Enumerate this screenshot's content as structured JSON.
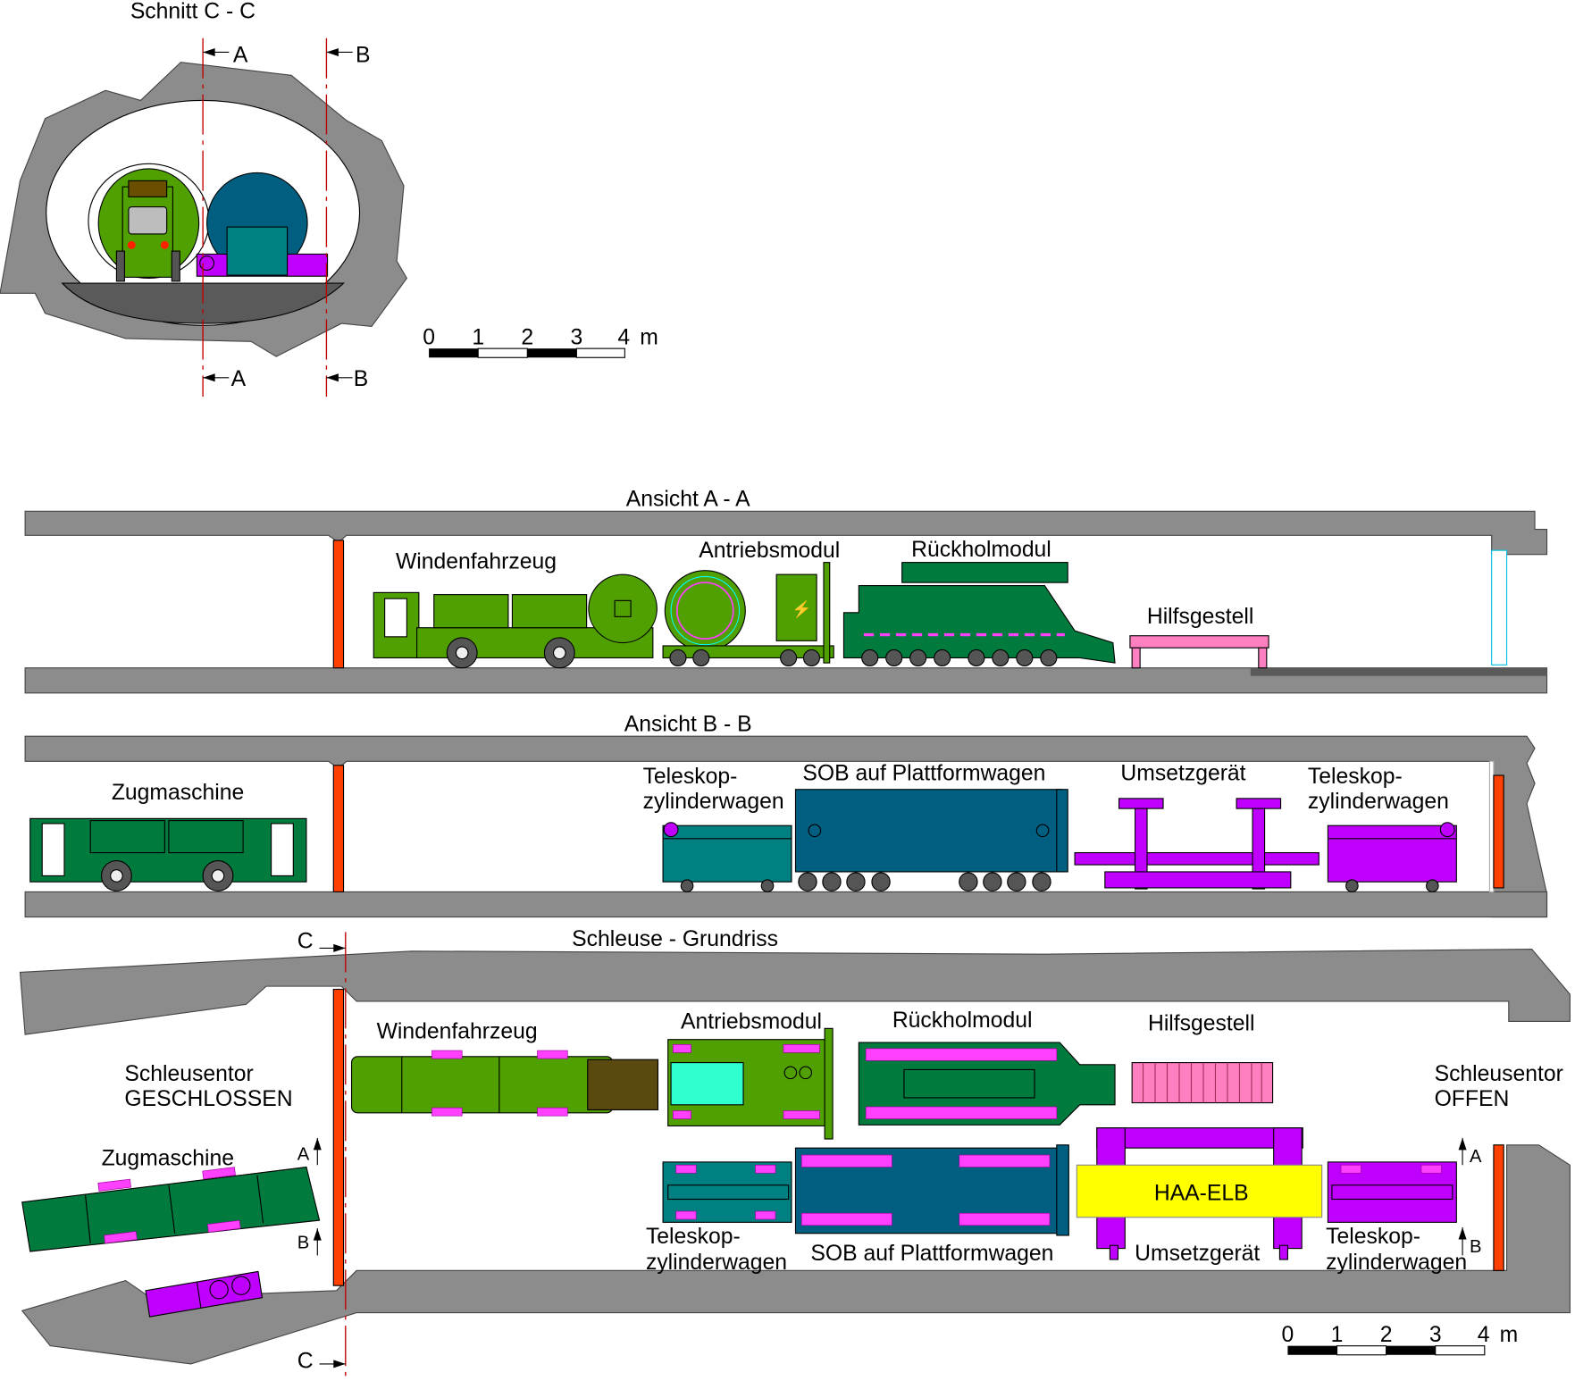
{
  "section_cc": {
    "title": "Schnitt C - C",
    "marker_a": "A",
    "marker_b": "B",
    "scale": {
      "labels": [
        "0",
        "1",
        "2",
        "3",
        "4"
      ],
      "unit": "m"
    }
  },
  "view_aa": {
    "title": "Ansicht A - A",
    "labels": {
      "winch_vehicle": "Windenfahrzeug",
      "drive_module": "Antriebsmodul",
      "retrieval_module": "Rückholmodul",
      "auxiliary_frame": "Hilfsgestell"
    }
  },
  "view_bb": {
    "title": "Ansicht B - B",
    "labels": {
      "tractor": "Zugmaschine",
      "telescope_wagon_1_line1": "Teleskop-",
      "telescope_wagon_1_line2": "zylinderwagen",
      "sob_platform": "SOB auf Plattformwagen",
      "transfer_device": "Umsetzgerät",
      "telescope_wagon_2_line1": "Teleskop-",
      "telescope_wagon_2_line2": "zylinderwagen"
    }
  },
  "plan": {
    "title": "Schleuse - Grundriss",
    "marker_c": "C",
    "marker_a": "A",
    "marker_b": "B",
    "labels": {
      "gate_closed_line1": "Schleusentor",
      "gate_closed_line2": "GESCHLOSSEN",
      "gate_open_line1": "Schleusentor",
      "gate_open_line2": "OFFEN",
      "winch_vehicle": "Windenfahrzeug",
      "drive_module": "Antriebsmodul",
      "retrieval_module": "Rückholmodul",
      "auxiliary_frame": "Hilfsgestell",
      "tractor": "Zugmaschine",
      "telescope_wagon_1_line1": "Teleskop-",
      "telescope_wagon_1_line2": "zylinderwagen",
      "sob_platform": "SOB auf Plattformwagen",
      "haa_elb": "HAA-ELB",
      "transfer_device": "Umsetzgerät",
      "telescope_wagon_2_line1": "Teleskop-",
      "telescope_wagon_2_line2": "zylinderwagen"
    },
    "scale": {
      "labels": [
        "0",
        "1",
        "2",
        "3",
        "4"
      ],
      "unit": "m"
    }
  },
  "colors": {
    "rock": "#8c8c8c",
    "winch_green": "#4fa000",
    "module_dark_green": "#007a3d",
    "teal": "#008080",
    "sob_blue": "#005f80",
    "purple": "#bf00ff",
    "pink": "#ff80c0",
    "gate_orange": "#ff4000",
    "haa_yellow": "#ffff00"
  }
}
